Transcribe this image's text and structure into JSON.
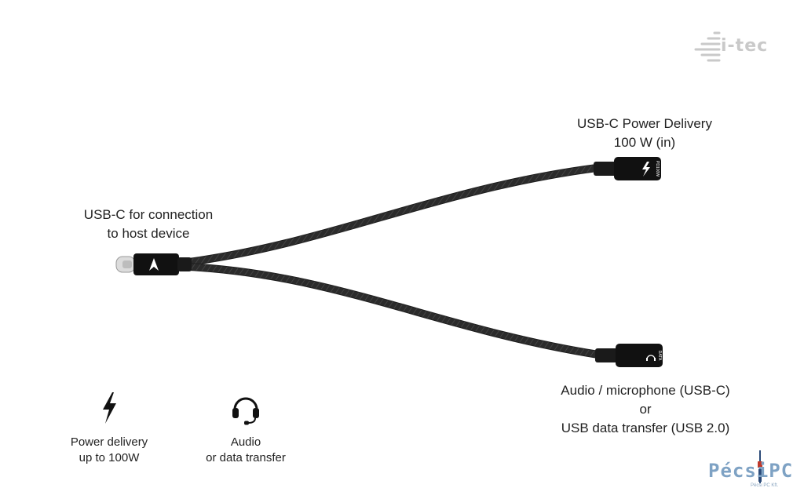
{
  "brand": {
    "itec_logo": "i-tec",
    "pecsi_logo": "PécsiPC",
    "pecsi_sub": "Pécsi PC Kft."
  },
  "labels": {
    "host": [
      "USB-C for connection",
      "to host device"
    ],
    "power_delivery": [
      "USB-C Power Delivery",
      "100 W (in)"
    ],
    "audio_data": [
      "Audio / microphone (USB-C)",
      "or",
      "USB data transfer (USB 2.0)"
    ]
  },
  "features": [
    {
      "icon": "lightning-icon",
      "lines": [
        "Power delivery",
        "up to 100W"
      ]
    },
    {
      "icon": "headset-icon",
      "lines": [
        "Audio",
        "or data transfer"
      ]
    }
  ],
  "connectors": {
    "pd_marking": "PD100W",
    "audio_marking": "DATA"
  },
  "colors": {
    "cable": "#2a2a2a",
    "connector": "#111111",
    "metal": "#d9d9d9",
    "logo_grey": "#c9c9c9",
    "logo_blue": "#7ea2c4"
  }
}
